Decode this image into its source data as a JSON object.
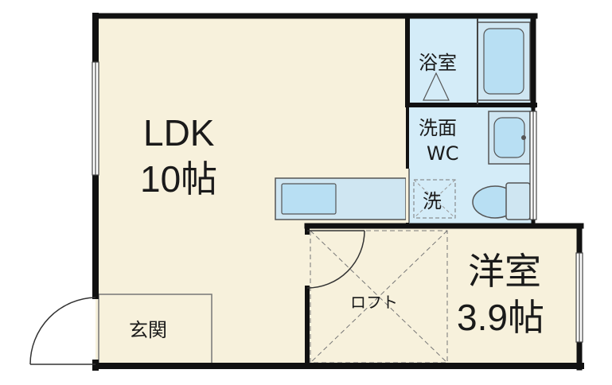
{
  "rooms": {
    "ldk": {
      "name": "LDK",
      "size": "10帖"
    },
    "western": {
      "name": "洋室",
      "size": "3.9帖"
    },
    "bath": {
      "name": "浴室"
    },
    "washroom": {
      "name": "洗面",
      "toilet": "WC"
    },
    "washer": {
      "label": "洗"
    },
    "loft": {
      "label": "ロフト"
    },
    "entrance": {
      "name": "玄関"
    }
  },
  "colors": {
    "ldk_floor": "#f7f1dc",
    "western_floor": "#f7f1dc",
    "wet_area": "#d4ecf8",
    "fixture": "#b8dff3",
    "wall": "#111111",
    "fixture_line": "#555555"
  }
}
